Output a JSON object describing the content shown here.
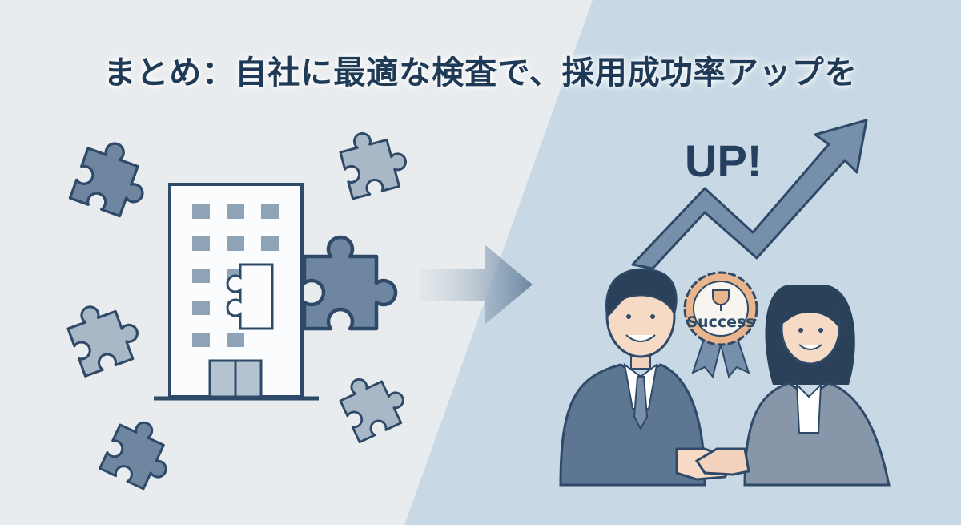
{
  "title": "まとめ：自社に最適な検査で、採用成功率アップを",
  "up_label": "UP!",
  "badge_label": "Success",
  "colors": {
    "background_left": "#e9ecee",
    "background_right": "#c8d9e5",
    "navy": "#24405e",
    "puzzle": "#6e86a0",
    "badge_orange": "#eab48c"
  }
}
